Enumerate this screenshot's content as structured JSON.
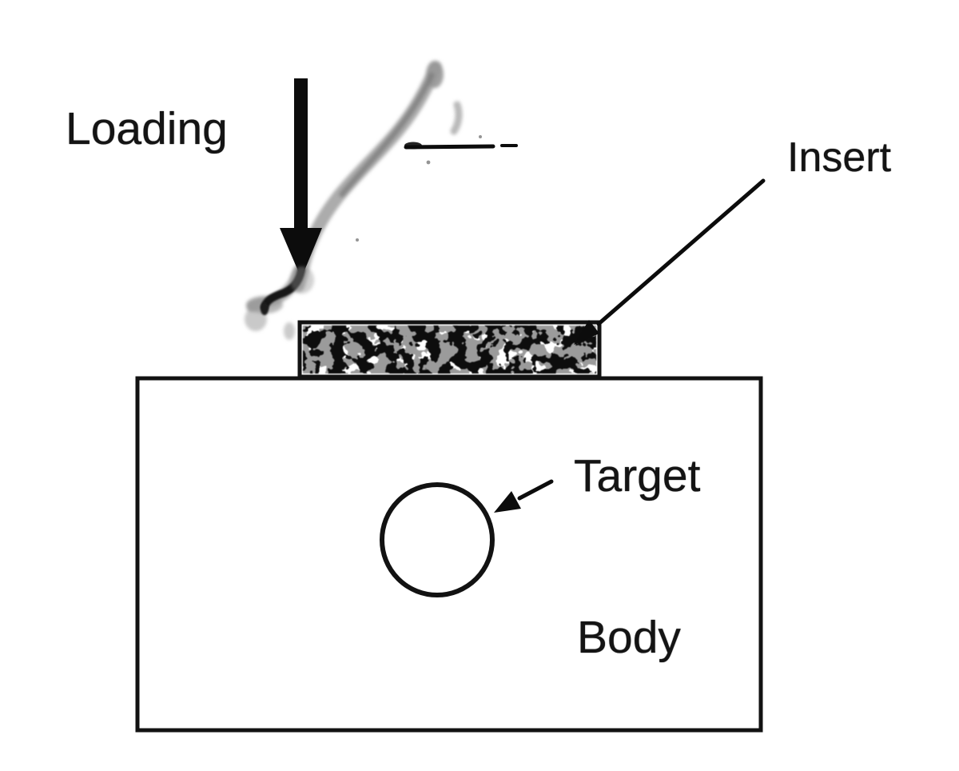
{
  "diagram": {
    "labels": {
      "loading": "Loading",
      "insert": "Insert",
      "target": "Target",
      "body": "Body"
    },
    "colors": {
      "ink": "#121212",
      "smudge": "#8f8f8f",
      "paper": "#ffffff"
    },
    "icons": {
      "loading_arrow": "thick-down-arrow",
      "insert_pointer": "leader-line-arrow",
      "target_pointer": "short-arrow"
    }
  }
}
